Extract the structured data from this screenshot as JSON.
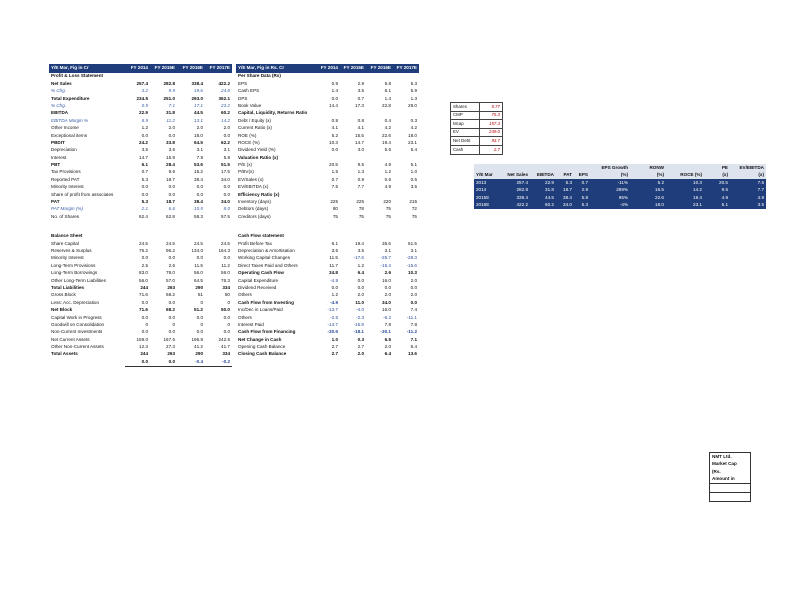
{
  "left_panel": {
    "headers": [
      "Y/E Mar, Fig in Cr",
      "FY 2014",
      "FY 2015E",
      "FY 2016E",
      "FY 2017E"
    ],
    "rows": [
      {
        "t": "sec",
        "c": [
          "Profit & Loss Statement",
          "",
          "",
          "",
          ""
        ]
      },
      {
        "t": "bold",
        "c": [
          "Net Sales",
          "257.4",
          "282.8",
          "338.4",
          "422.2"
        ]
      },
      {
        "t": "blue",
        "c": [
          "% Chg.",
          "3.2",
          "9.9",
          "19.6",
          "24.8"
        ]
      },
      {
        "t": "bold",
        "c": [
          "Total Expenditure",
          "234.5",
          "251.0",
          "293.0",
          "362.1"
        ]
      },
      {
        "t": "blue",
        "c": [
          "% Chg.",
          "0.5",
          "7.1",
          "17.1",
          "23.2"
        ]
      },
      {
        "t": "bold",
        "c": [
          "EBITDA",
          "22.9",
          "31.8",
          "44.5",
          "60.2"
        ]
      },
      {
        "t": "blue",
        "c": [
          "EBITDA Margin %",
          "8.9",
          "11.2",
          "13.1",
          "14.2"
        ]
      },
      {
        "t": "",
        "c": [
          "Other Income",
          "1.2",
          "2.0",
          "2.0",
          "2.0"
        ]
      },
      {
        "t": "",
        "c": [
          "Exceptional items",
          "0.0",
          "0.0",
          "18.0",
          "0.0"
        ]
      },
      {
        "t": "bold",
        "c": [
          "PBDIT",
          "24.2",
          "33.8",
          "64.5",
          "62.2"
        ]
      },
      {
        "t": "",
        "c": [
          "Depreciation",
          "3.5",
          "3.5",
          "3.1",
          "3.1"
        ]
      },
      {
        "t": "",
        "c": [
          "Interest",
          "14.7",
          "15.9",
          "7.8",
          "5.8"
        ]
      },
      {
        "t": "bold",
        "c": [
          "PBT",
          "6.1",
          "28.4",
          "53.6",
          "51.5"
        ]
      },
      {
        "t": "",
        "c": [
          "Tax Provisions",
          "0.7",
          "9.6",
          "15.2",
          "17.5"
        ]
      },
      {
        "t": "",
        "c": [
          "Reported PAT",
          "5.3",
          "18.7",
          "38.4",
          "34.0"
        ]
      },
      {
        "t": "",
        "c": [
          "Minority Interest",
          "0.0",
          "0.0",
          "0.0",
          "0.0"
        ]
      },
      {
        "t": "",
        "c": [
          "Share of profit from associates",
          "0.0",
          "0.0",
          "0.0",
          "0.0"
        ]
      },
      {
        "t": "bold",
        "c": [
          "PAT",
          "5.3",
          "18.7",
          "38.4",
          "34.0"
        ]
      },
      {
        "t": "blue",
        "c": [
          "PAT Margin (%)",
          "2.1",
          "6.6",
          "10.5",
          "8.0"
        ]
      },
      {
        "t": "",
        "c": [
          "No. of Shares",
          "62.4",
          "62.8",
          "58.3",
          "57.5"
        ]
      },
      {
        "t": "gap",
        "c": [
          "",
          "",
          "",
          "",
          ""
        ]
      },
      {
        "t": "gap",
        "c": [
          "",
          "",
          "",
          "",
          ""
        ]
      },
      {
        "t": "sec",
        "c": [
          "Balance Sheet",
          "",
          "",
          "",
          ""
        ]
      },
      {
        "t": "",
        "c": [
          "Share Capital",
          "24.5",
          "24.5",
          "24.5",
          "24.5"
        ]
      },
      {
        "t": "",
        "c": [
          "Reserves & Surplus",
          "76.2",
          "96.2",
          "134.0",
          "164.3"
        ]
      },
      {
        "t": "",
        "c": [
          "Minority Interest",
          "0.0",
          "0.0",
          "0.0",
          "0.0"
        ]
      },
      {
        "t": "",
        "c": [
          "Long-Term Provisions",
          "2.5",
          "2.6",
          "11.5",
          "11.2"
        ]
      },
      {
        "t": "",
        "c": [
          "Long-Term Borrowings",
          "83.0",
          "78.0",
          "56.0",
          "56.0"
        ]
      },
      {
        "t": "",
        "c": [
          "Other Long-Term Liabilities",
          "56.0",
          "57.0",
          "64.5",
          "76.3"
        ]
      },
      {
        "t": "bold",
        "c": [
          "Total Liabilities",
          "244",
          "263",
          "290",
          "334"
        ]
      },
      {
        "t": "",
        "c": [
          "Gross Block",
          "71.6",
          "68.2",
          "51",
          "50"
        ]
      },
      {
        "t": "",
        "c": [
          "Less: Acc. Depreciation",
          "0.0",
          "0.0",
          "0",
          "0"
        ]
      },
      {
        "t": "bold",
        "c": [
          "Net Block",
          "71.6",
          "68.2",
          "51.2",
          "50.0"
        ]
      },
      {
        "t": "",
        "c": [
          "Capital Work in Progress",
          "0.0",
          "0.0",
          "0.0",
          "0.0"
        ]
      },
      {
        "t": "",
        "c": [
          "Goodwill on Consolidation",
          "0",
          "0",
          "0",
          "0"
        ]
      },
      {
        "t": "",
        "c": [
          "Non-Current Investments",
          "0.0",
          "0.0",
          "0.0",
          "0.0"
        ]
      },
      {
        "t": "",
        "c": [
          "Net Current Assets",
          "159.0",
          "167.5",
          "196.8",
          "242.5"
        ]
      },
      {
        "t": "",
        "c": [
          "Other Non-Current Assets",
          "12.3",
          "27.3",
          "41.2",
          "41.7"
        ]
      },
      {
        "t": "bold",
        "c": [
          "Total Assets",
          "244",
          "263",
          "290",
          "334"
        ]
      }
    ],
    "footer": [
      "",
      "0.0",
      "0.0",
      "-0.4",
      "-0.2"
    ]
  },
  "mid_panel": {
    "headers": [
      "Y/E Mar, Fig in Rs. Cr",
      "FY 2014",
      "FY 2015E",
      "FY 2016E",
      "FY 2017E"
    ],
    "rows": [
      {
        "t": "sec",
        "c": [
          "Per Share Data (Rs)",
          "",
          "",
          "",
          ""
        ]
      },
      {
        "t": "",
        "c": [
          "EPS",
          "0.9",
          "2.9",
          "5.8",
          "5.3"
        ]
      },
      {
        "t": "",
        "c": [
          "Cash EPS",
          "1.4",
          "3.5",
          "6.1",
          "5.9"
        ]
      },
      {
        "t": "",
        "c": [
          "DPS",
          "0.0",
          "0.7",
          "1.4",
          "1.3"
        ]
      },
      {
        "t": "",
        "c": [
          "Book Value",
          "14.4",
          "17.3",
          "22.8",
          "28.0"
        ]
      },
      {
        "t": "sec",
        "c": [
          "Capital, Liquidity, Returns Ratio",
          "",
          "",
          "",
          ""
        ]
      },
      {
        "t": "",
        "c": [
          "Debt / Equity (x)",
          "0.8",
          "0.8",
          "0.4",
          "0.3"
        ]
      },
      {
        "t": "",
        "c": [
          "Current Ratio (x)",
          "4.1",
          "4.1",
          "4.2",
          "4.2"
        ]
      },
      {
        "t": "",
        "c": [
          "ROE (%)",
          "5.2",
          "15.5",
          "22.6",
          "18.0"
        ]
      },
      {
        "t": "",
        "c": [
          "ROCE (%)",
          "10.3",
          "14.7",
          "19.4",
          "23.1"
        ]
      },
      {
        "t": "",
        "c": [
          "Dividend Yield (%)",
          "0.0",
          "3.0",
          "5.6",
          "5.4"
        ]
      },
      {
        "t": "sec",
        "c": [
          "Valuation Ratio (x)",
          "",
          "",
          "",
          ""
        ]
      },
      {
        "t": "",
        "c": [
          "P/E (x)",
          "20.5",
          "9.5",
          "4.9",
          "5.1"
        ]
      },
      {
        "t": "",
        "c": [
          "P/BV(x)",
          "1.5",
          "1.3",
          "1.2",
          "1.0"
        ]
      },
      {
        "t": "",
        "c": [
          "EV/Sales (x)",
          "0.7",
          "0.9",
          "0.6",
          "0.5"
        ]
      },
      {
        "t": "",
        "c": [
          "EV/EBITDA (x)",
          "7.5",
          "7.7",
          "4.9",
          "3.5"
        ]
      },
      {
        "t": "sec",
        "c": [
          "Efficiency Ratio (x)",
          "",
          "",
          "",
          ""
        ]
      },
      {
        "t": "",
        "c": [
          "Inventory (days)",
          "225",
          "225",
          "220",
          "215"
        ]
      },
      {
        "t": "",
        "c": [
          "Debtors (days)",
          "80",
          "78",
          "75",
          "72"
        ]
      },
      {
        "t": "",
        "c": [
          "Creditors (days)",
          "75",
          "75",
          "75",
          "75"
        ]
      },
      {
        "t": "gap",
        "c": [
          "",
          "",
          "",
          "",
          ""
        ]
      },
      {
        "t": "gap",
        "c": [
          "",
          "",
          "",
          "",
          ""
        ]
      },
      {
        "t": "sec",
        "c": [
          "Cash Flow statement",
          "",
          "",
          "",
          ""
        ]
      },
      {
        "t": "",
        "c": [
          "Profit Before Tax",
          "6.1",
          "19.4",
          "35.6",
          "51.5"
        ]
      },
      {
        "t": "",
        "c": [
          "Depreciation & Amortisation",
          "3.5",
          "3.5",
          "3.1",
          "3.1"
        ]
      },
      {
        "t": "",
        "c": [
          "Working Capital Changes",
          "11.5",
          "-17.6",
          "-25.7",
          "-28.3"
        ]
      },
      {
        "t": "",
        "c": [
          "Direct Taxes Paid and Others",
          "11.7",
          "1.2",
          "-15.4",
          "-15.6"
        ]
      },
      {
        "t": "bold",
        "c": [
          "Operating Cash Flow",
          "34.8",
          "6.4",
          "2.6",
          "10.3"
        ]
      },
      {
        "t": "",
        "c": [
          "Capital Expenditure",
          "-4.9",
          "0.0",
          "16.0",
          "2.0"
        ]
      },
      {
        "t": "",
        "c": [
          "Dividend Received",
          "0.0",
          "0.0",
          "0.0",
          "0.0"
        ]
      },
      {
        "t": "",
        "c": [
          "Others",
          "1.2",
          "2.0",
          "2.0",
          "2.0"
        ]
      },
      {
        "t": "bold",
        "c": [
          "Cash Flow from Investing",
          "-4.9",
          "11.0",
          "34.0",
          "0.0"
        ]
      },
      {
        "t": "",
        "c": [
          "Inc/Dec in Loans/Paid",
          "-13.7",
          "-4.0",
          "16.0",
          "7.4"
        ]
      },
      {
        "t": "",
        "c": [
          "Others",
          "-2.5",
          "-2.3",
          "-6.2",
          "-11.1"
        ]
      },
      {
        "t": "",
        "c": [
          "Interest Paid",
          "-14.7",
          "-15.9",
          "7.8",
          "7.8"
        ]
      },
      {
        "t": "bold",
        "c": [
          "Cash Flow from Financing",
          "-30.9",
          "-18.1",
          "-30.1",
          "-11.2"
        ]
      },
      {
        "t": "bold",
        "c": [
          "Net Change in Cash",
          "1.0",
          "0.3",
          "6.5",
          "7.1"
        ]
      },
      {
        "t": "",
        "c": [
          "Opening Cash Balance",
          "2.7",
          "2.7",
          "2.0",
          "6.4"
        ]
      },
      {
        "t": "bold",
        "c": [
          "Closing Cash Balance",
          "2.7",
          "2.0",
          "6.4",
          "13.6"
        ]
      }
    ]
  },
  "key_figures": [
    {
      "label": "Shares",
      "value": "5.77"
    },
    {
      "label": "CMP",
      "value": "75.3"
    },
    {
      "label": "Mcap",
      "value": "157.3"
    },
    {
      "label": "EV",
      "value": "249.0"
    },
    {
      "label": "Net Debt",
      "value": "93.7"
    },
    {
      "label": "Cash",
      "value": "2.7"
    }
  ],
  "valuation": {
    "head_top": [
      "",
      "",
      "",
      "",
      "",
      "",
      "EPS Growth",
      "RONW",
      "",
      "PE",
      "EV/EBITDA"
    ],
    "head_bottom": [
      "Y/E Mar",
      "Net Sales",
      "EBITDA",
      "PAT",
      "EPS",
      "",
      "(%)",
      "(%)",
      "ROCE (%)",
      "(x)",
      "(x)"
    ],
    "rows": [
      [
        "2013",
        "257.4",
        "22.9",
        "5.3",
        "0.7",
        "",
        "-11%",
        "5.2",
        "10.3",
        "20.5",
        "7.5"
      ],
      [
        "2014",
        "282.8",
        "31.8",
        "18.7",
        "2.9",
        "",
        "289%",
        "15.5",
        "14.2",
        "9.5",
        "7.7"
      ],
      [
        "2015E",
        "338.4",
        "44.5",
        "38.4",
        "5.8",
        "",
        "95%",
        "22.6",
        "19.4",
        "4.9",
        "4.9"
      ],
      [
        "2016E",
        "422.2",
        "60.2",
        "34.0",
        "5.3",
        "",
        "-4%",
        "18.0",
        "23.1",
        "5.1",
        "3.5"
      ]
    ]
  },
  "note_box": [
    "NMT Ltd.",
    "Market Cap",
    "(Rs.",
    "Amount in",
    "",
    ""
  ]
}
